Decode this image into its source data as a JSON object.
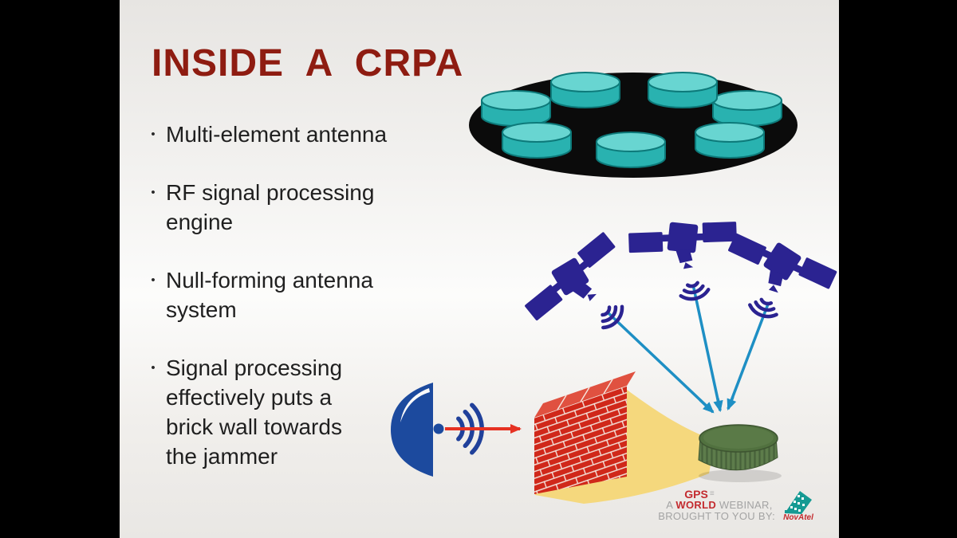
{
  "slide": {
    "title": "INSIDE  A  CRPA",
    "bullet_char": "•",
    "bullets": [
      {
        "text": "Multi-element antenna"
      },
      {
        "text": "RF signal processing\nengine"
      },
      {
        "text": "Null-forming antenna\nsystem"
      },
      {
        "text": "Signal processing\neffectively puts a\nbrick wall towards\nthe jammer"
      }
    ]
  },
  "diagram": {
    "antenna_array": {
      "name": "multi-element antenna array",
      "element_count": 7
    },
    "satellites": {
      "count": 3,
      "name": "GPS satellites with signal arcs"
    },
    "jammer": {
      "name": "jammer dish emitting interference"
    },
    "brick_wall": {
      "name": "brick wall blocking jammer signal"
    },
    "beam_cone": {
      "name": "null / shadow cone behind wall"
    },
    "crpa_antenna": {
      "name": "CRPA receiver antenna puck"
    }
  },
  "footer_logo": {
    "gps": "GPS",
    "gps_marks": "≡",
    "line1_prefix": "A ",
    "line1_brand": "WORLD",
    "line1_suffix": " WEBINAR,",
    "line2": "BROUGHT TO YOU BY:",
    "novatel": "NovAtel"
  },
  "colors": {
    "title_maroon": "#8e1c11",
    "body_text": "#1f1f1f",
    "slide_bg_top": "#e7e5e2",
    "slide_bg_mid": "#fcfcfb",
    "satellite_navy": "#2b2391",
    "signal_blue": "#1e8fc4",
    "jammer_blue": "#1c4a9e",
    "arrow_red": "#e63122",
    "brick_red": "#d0281a",
    "mortar_white": "#f6e9e1",
    "cone_yellow": "#f5d87d",
    "antenna_green": "#5d7c4b",
    "element_teal_top": "#68d5d1",
    "element_teal_side": "#29b2b0",
    "array_base_black": "#0b0b0b",
    "logo_red": "#c32b2f",
    "logo_gray": "#a3a3a3",
    "novatel_teal": "#159a93"
  }
}
